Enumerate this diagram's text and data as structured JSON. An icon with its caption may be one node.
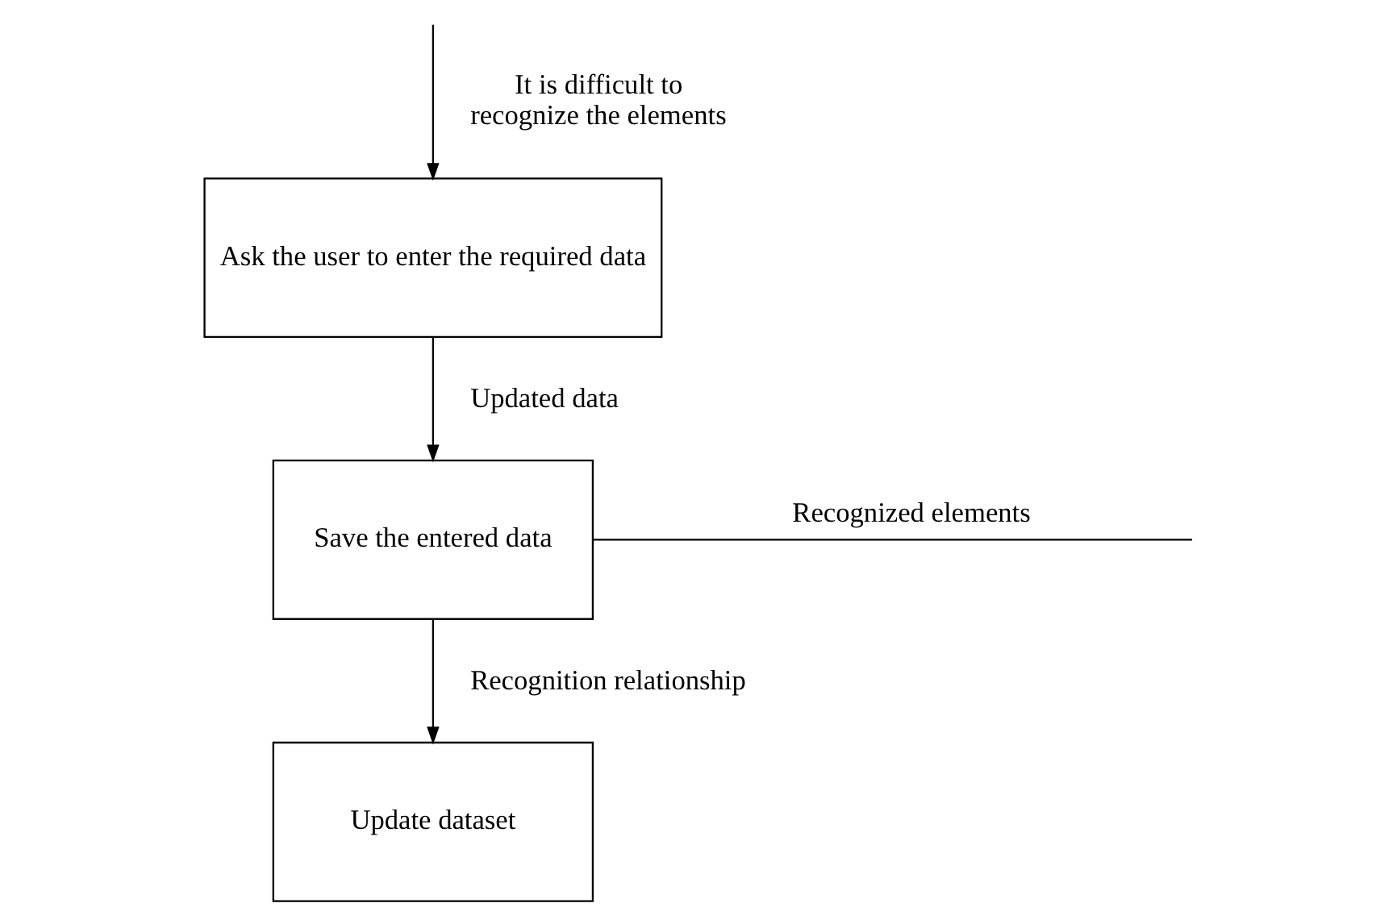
{
  "diagram": {
    "nodes": [
      {
        "text": [
          "Ask the user to enter the required data"
        ]
      },
      {
        "text": [
          "Save the entered data"
        ]
      },
      {
        "text": [
          "Update dataset"
        ]
      }
    ],
    "edges": [
      {
        "from": null,
        "to": 0,
        "arrow": "to",
        "label": "It is difficult to recognize the elements"
      },
      {
        "from": 0,
        "to": 1,
        "arrow": "to",
        "label": "Updated data"
      },
      {
        "from": 1,
        "to": null,
        "arrow": "none",
        "label": "Recognized elements"
      },
      {
        "from": 1,
        "to": 2,
        "arrow": "to",
        "label": "Recognition relationship"
      }
    ]
  }
}
